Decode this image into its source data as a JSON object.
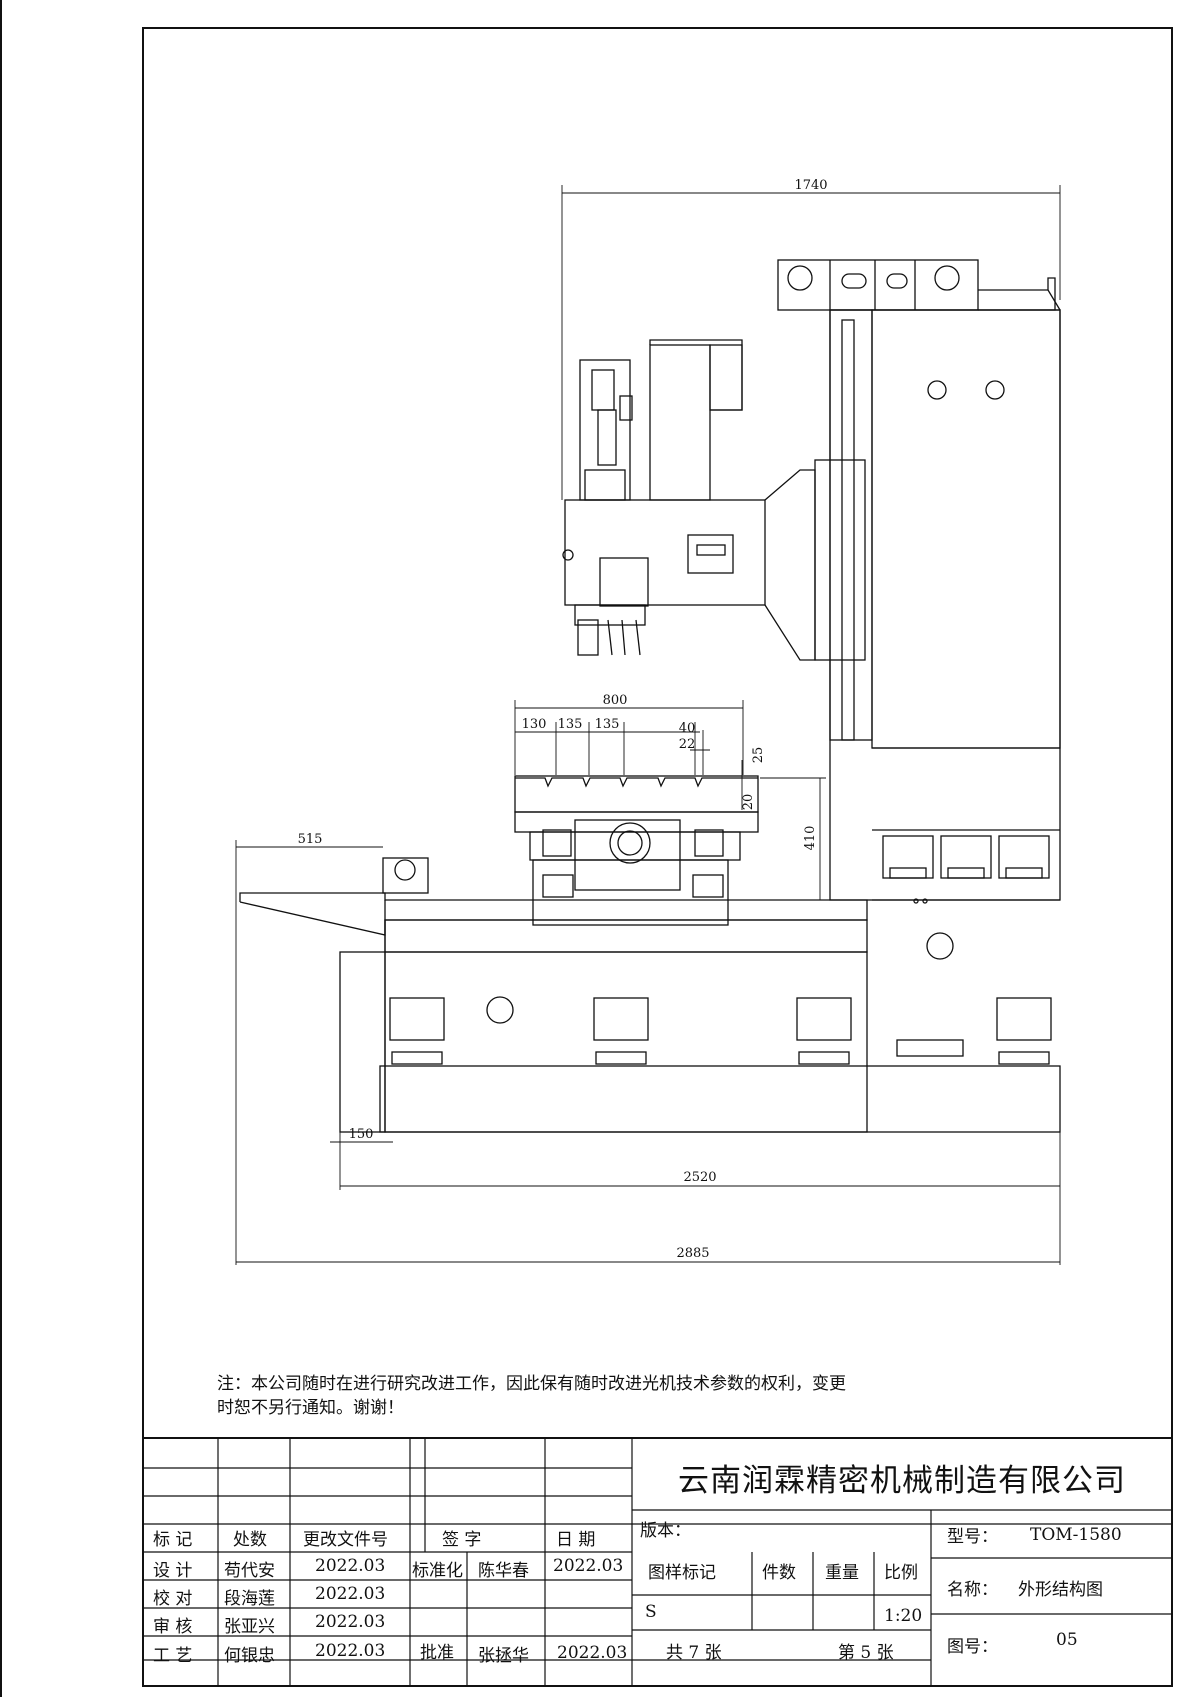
{
  "drawing": {
    "dimensions": {
      "overall_height_top": "1740",
      "table_length": "800",
      "slot_130": "130",
      "slot_135a": "135",
      "slot_135b": "135",
      "slot_40": "40",
      "slot_22": "22",
      "slot_25": "25",
      "slot_20": "20",
      "table_height": "410",
      "chip_tray": "515",
      "base_offset": "150",
      "base_length": "2520",
      "overall_length": "2885"
    }
  },
  "note": {
    "line1": "注：本公司随时在进行研究改进工作，因此保有随时改进光机技术参数的权利，变更",
    "line2": "时恕不另行通知。谢谢！"
  },
  "title_block": {
    "company": "云南润霖精密机械制造有限公司",
    "headers": {
      "mark": "标 记",
      "count": "处数",
      "doc": "更改文件号",
      "sign": "签 字",
      "date": "日 期"
    },
    "rows": [
      {
        "role": "设 计",
        "name": "苟代安",
        "date": "2022.03"
      },
      {
        "role": "校 对",
        "name": "段海莲",
        "date": "2022.03"
      },
      {
        "role": "审 核",
        "name": "张亚兴",
        "date": "2022.03"
      },
      {
        "role": "工 艺",
        "name": "何银忠",
        "date": "2022.03"
      }
    ],
    "standardization": {
      "label": "标准化",
      "name": "陈华春",
      "date": "2022.03"
    },
    "approval": {
      "label": "批准",
      "name": "张拯华",
      "date": "2022.03"
    },
    "version_label": "版本：",
    "sample_mark_label": "图样标记",
    "pieces_label": "件数",
    "weight_label": "重量",
    "scale_label": "比例",
    "sample_mark_value": "S",
    "scale_value": "1:20",
    "sheets_total": "共 7 张",
    "sheet_number": "第 5 张",
    "model_label": "型号：",
    "model_value": "TOM-1580",
    "name_label": "名称：",
    "name_value": "外形结构图",
    "drawing_no_label": "图号：",
    "drawing_no_value": "05"
  }
}
